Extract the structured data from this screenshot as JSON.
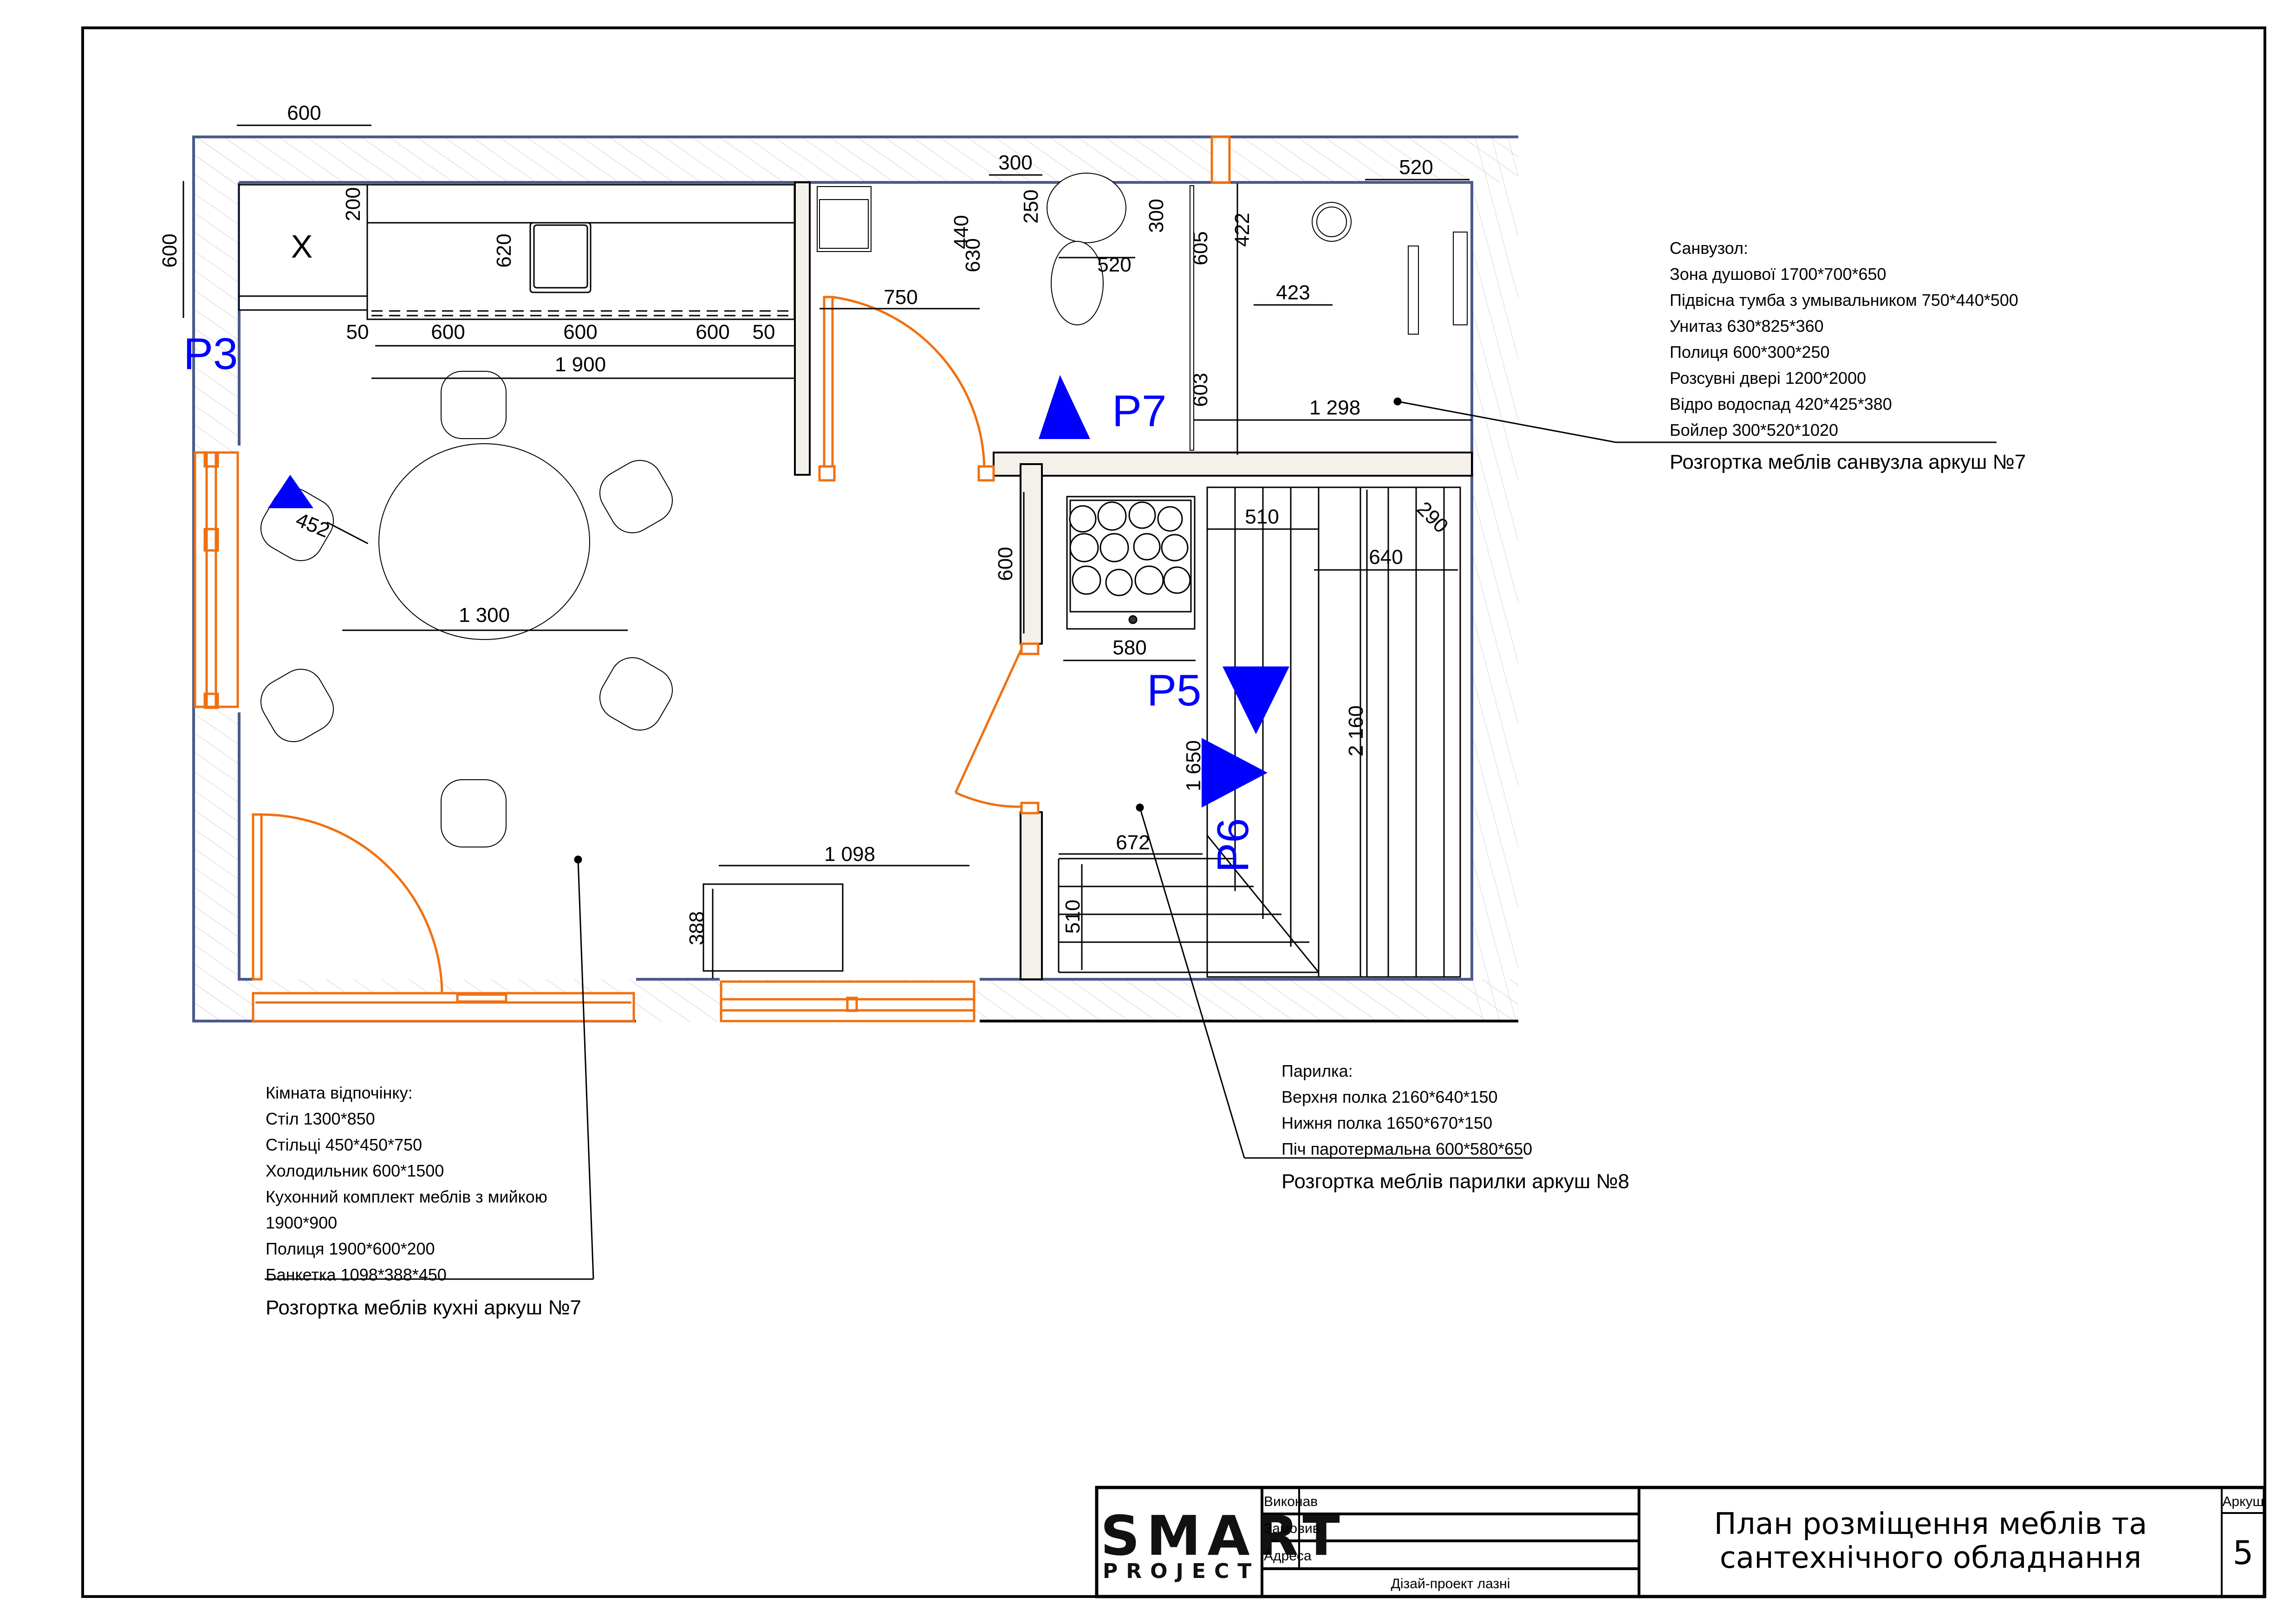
{
  "drawing": {
    "colors": {
      "wall_outline": "#4a5a8a",
      "wall_fill": "#f3f1ea",
      "hatch": "#c8c8c8",
      "door_window": "#f07010",
      "marker": "#0000ff",
      "line": "#000000"
    },
    "view_markers": [
      {
        "id": "P3",
        "label": "P3"
      },
      {
        "id": "P7",
        "label": "P7"
      },
      {
        "id": "P5",
        "label": "P5"
      },
      {
        "id": "P6",
        "label": "P6"
      }
    ],
    "fridge_mark": "X",
    "dimensions": {
      "top_wall_600": "600",
      "left_wall_600": "600",
      "shelf_200": "200",
      "kitchen_620": "620",
      "kitchen_50_left": "50",
      "kitchen_600_a": "600",
      "kitchen_600_b": "600",
      "kitchen_600_c": "600",
      "kitchen_50_right": "50",
      "kitchen_total": "1 900",
      "chair_452": "452",
      "table_1300": "1 300",
      "bench_1098": "1 098",
      "bench_388": "388",
      "bath_300_top": "300",
      "bath_440": "440",
      "bath_630": "630",
      "bath_250": "250",
      "bath_300_side": "300",
      "bath_520_toilet": "520",
      "bath_750": "750",
      "bath_605": "605",
      "bath_603": "603",
      "bath_422": "422",
      "bath_423": "423",
      "bath_520_right": "520",
      "bath_1298": "1 298",
      "sauna_600": "600",
      "sauna_580": "580",
      "sauna_510_top": "510",
      "sauna_640": "640",
      "sauna_290": "290",
      "sauna_2160": "2 160",
      "sauna_1650": "1 650",
      "sauna_672": "672",
      "sauna_510_bottom": "510"
    }
  },
  "notes": {
    "bathroom": {
      "title": "Санвузол:",
      "items": [
        "Зона душової 1700*700*650",
        "Підвісна тумба з умывальником 750*440*500",
        "Унитаз 630*825*360",
        "Полиця 600*300*250",
        "Розсувні двері  1200*2000",
        "Відро водоспад 420*425*380",
        "Бойлер 300*520*1020"
      ],
      "reference": "Розгортка меблів санвузла аркуш №7"
    },
    "rest_room": {
      "title": "Кімната відпочінку:",
      "items": [
        "Стіл 1300*850",
        "Стільці 450*450*750",
        "Холодильник 600*1500",
        "Кухонний комплект меблів з мийкою",
        "1900*900",
        "Полиця 1900*600*200",
        "Банкетка 1098*388*450"
      ],
      "reference": "Розгортка меблів кухні аркуш №7"
    },
    "sauna": {
      "title": "Парилка:",
      "items": [
        "Верхня полка 2160*640*150",
        "Нижня полка 1650*670*150",
        "Піч паротермальна 600*580*650"
      ],
      "reference": "Розгортка меблів парилки аркуш №8"
    }
  },
  "title_block": {
    "logo_top": "SMART",
    "logo_bottom": "PROJECT",
    "rows": [
      {
        "label": "Виконав",
        "value": ""
      },
      {
        "label": "Замовив",
        "value": ""
      },
      {
        "label": "Адреса",
        "value": ""
      }
    ],
    "project_name": "Дізай-проект лазні",
    "sheet_title_line1": "План розміщення меблів та",
    "sheet_title_line2": "сантехнічного обладнання",
    "sheet_label": "Аркуш",
    "sheet_number": "5"
  }
}
